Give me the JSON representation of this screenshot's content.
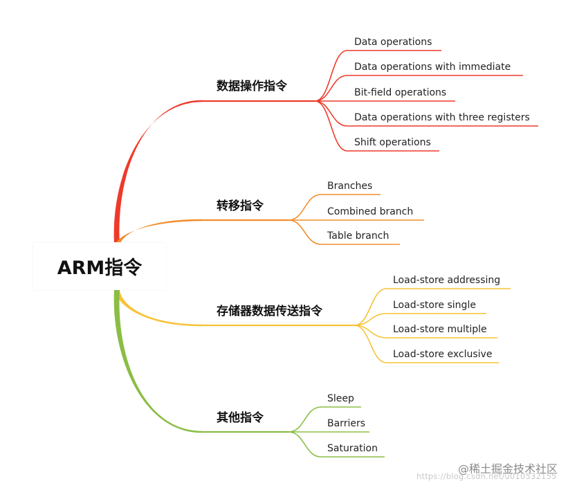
{
  "root": {
    "label": "ARM指令"
  },
  "branches": [
    {
      "label": "数据操作指令",
      "color": "#ee3a2a",
      "leaves": [
        "Data operations",
        "Data operations with immediate",
        "Bit-field operations",
        "Data operations with three registers",
        "Shift operations"
      ]
    },
    {
      "label": "转移指令",
      "color": "#f18d2c",
      "leaves": [
        "Branches",
        "Combined branch",
        "Table branch"
      ]
    },
    {
      "label": "存储器数据传送指令",
      "color": "#f6c236",
      "leaves": [
        "Load-store addressing",
        "Load-store single",
        "Load-store multiple",
        "Load-store exclusive"
      ]
    },
    {
      "label": "其他指令",
      "color": "#8bbd45",
      "leaves": [
        "Sleep",
        "Barriers",
        "Saturation"
      ]
    }
  ],
  "watermark": {
    "site": "@稀土掘金技术社区",
    "url": "https://blog.csdn.net/u010532155"
  }
}
